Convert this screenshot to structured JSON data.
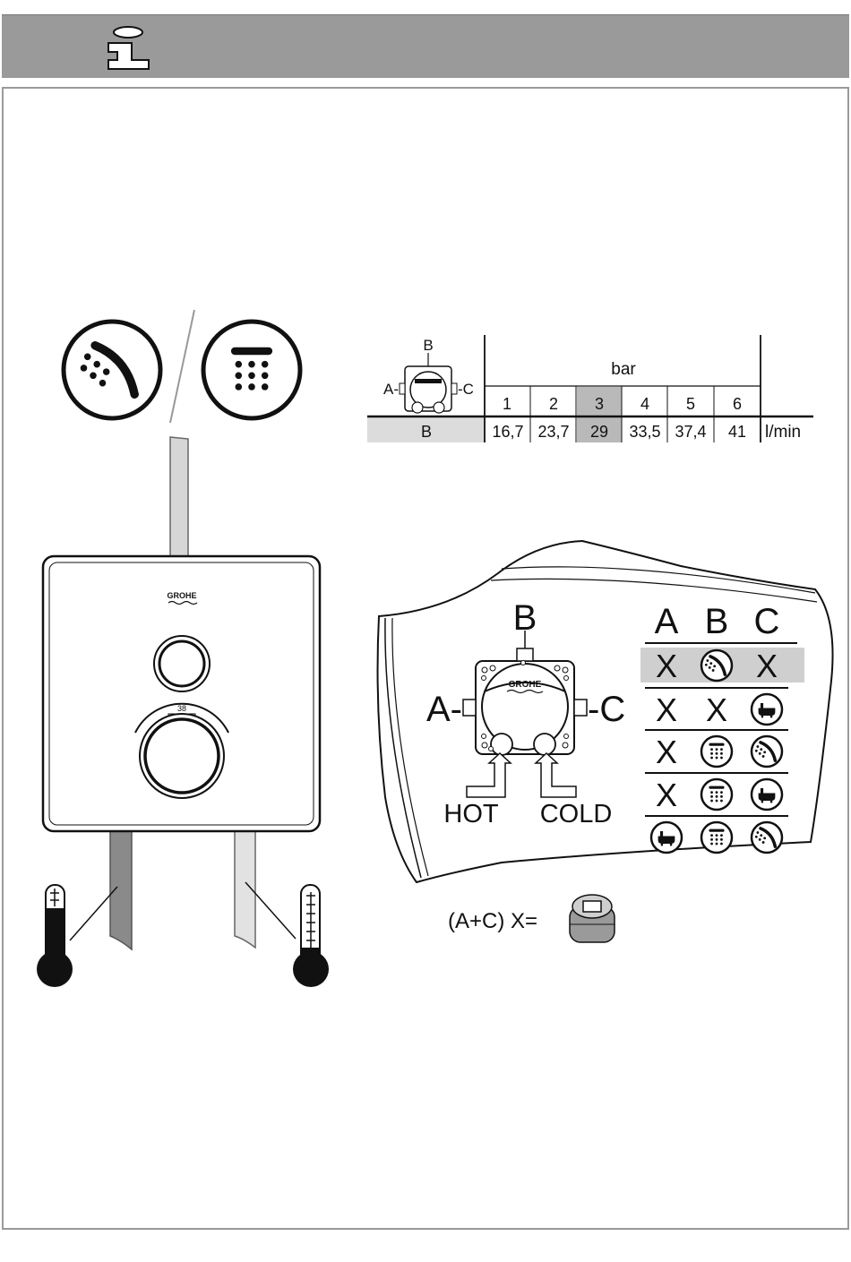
{
  "header": {
    "icon": "info-icon"
  },
  "icons": {
    "hand_shower": "hand-shower-icon",
    "head_shower": "head-shower-icon",
    "bathtub": "bathtub-icon",
    "thermometer": "thermometer-icon",
    "plug": "plug-icon"
  },
  "colors": {
    "header": "#9a9a9a",
    "highlight": "#d0d0d0",
    "pipe_hot": "#8a8a8a",
    "pipe_cold": "#dcdcdc"
  },
  "mixer": {
    "brand": "GROHE",
    "temp_mark": "38"
  },
  "flow_table": {
    "port_labels": {
      "a": "A-",
      "b": "B",
      "c": "-C"
    },
    "unit_header": "bar",
    "pressures": [
      "1",
      "2",
      "3",
      "4",
      "5",
      "6"
    ],
    "highlight_pressure": "3",
    "row_label": "B",
    "flows": [
      "16,7",
      "23,7",
      "29",
      "33,5",
      "37,4",
      "41"
    ],
    "unit": "l/min"
  },
  "valve": {
    "label_a": "A-",
    "label_b": "B",
    "label_c": "-C",
    "brand": "GROHE",
    "hot": "HOT",
    "cold": "COLD"
  },
  "outlet_table": {
    "headers": [
      "A",
      "B",
      "C"
    ],
    "rows": [
      {
        "a": "X",
        "b": "hand-shower-icon",
        "c": "X",
        "highlighted": true
      },
      {
        "a": "X",
        "b": "X",
        "c": "bathtub-icon",
        "highlighted": false
      },
      {
        "a": "X",
        "b": "head-shower-icon",
        "c": "hand-shower-icon",
        "highlighted": false
      },
      {
        "a": "X",
        "b": "head-shower-icon",
        "c": "bathtub-icon",
        "highlighted": false
      },
      {
        "a": "bathtub-icon",
        "b": "head-shower-icon",
        "c": "hand-shower-icon",
        "highlighted": false
      }
    ]
  },
  "plug_note": {
    "label": "(A+C) X="
  }
}
